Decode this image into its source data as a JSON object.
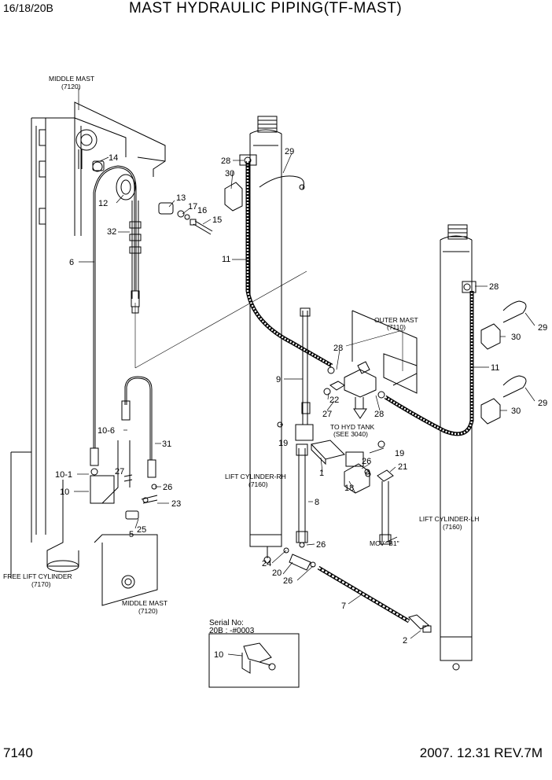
{
  "header": {
    "model": "16/18/20B",
    "title": "MAST HYDRAULIC PIPING(TF-MAST)"
  },
  "footer": {
    "page_code": "7140",
    "date_rev": "2007. 12.31  REV.7M"
  },
  "notes": {
    "middle_mast_top": "MIDDLE MAST",
    "middle_mast_top_code": "(7120)",
    "outer_mast": "OUTER MAST",
    "outer_mast_code": "(7110)",
    "to_hyd_tank": "TO HYD TANK",
    "see_3040": "(SEE 3040)",
    "lift_cyl_rh": "LIFT CYLINDER-RH",
    "lift_cyl_rh_code": "(7160)",
    "lift_cyl_lh": "LIFT CYLINDER-LH",
    "lift_cyl_lh_code": "(7160)",
    "free_lift": "FREE LIFT CYLINDER",
    "free_lift_code": "(7170)",
    "middle_mast_bottom": "MIDDLE MAST",
    "middle_mast_bottom_code": "(7120)",
    "mcv": "MCV \"B1\"",
    "serial_no": "Serial No:",
    "serial_range": "20B : -#0003"
  },
  "callouts": {
    "c14": "14",
    "c12": "12",
    "c13": "13",
    "c17": "17",
    "c16": "16",
    "c15": "15",
    "c32": "32",
    "c6": "6",
    "c10_6": "10-6",
    "c31": "31",
    "c10_1": "10-1",
    "c27a": "27",
    "c10": "10",
    "c26a": "26",
    "c23": "23",
    "c25": "25",
    "c5": "5",
    "c28a": "28",
    "c30a": "30",
    "c29a": "29",
    "c11a": "11",
    "c9": "9",
    "c28b": "28",
    "c22": "22",
    "c27b": "27",
    "c28c": "28",
    "c19a": "19",
    "c1": "1",
    "c19b": "19",
    "c26b": "26",
    "c21": "21",
    "c18": "18",
    "c8": "8",
    "c26c": "26",
    "c24": "24",
    "c20": "20",
    "c26d": "26",
    "c7": "7",
    "c2": "2",
    "c28d": "28",
    "c29b": "29",
    "c30b": "30",
    "c11b": "11",
    "c29c": "29",
    "c30c": "30",
    "c10_inset": "10"
  }
}
